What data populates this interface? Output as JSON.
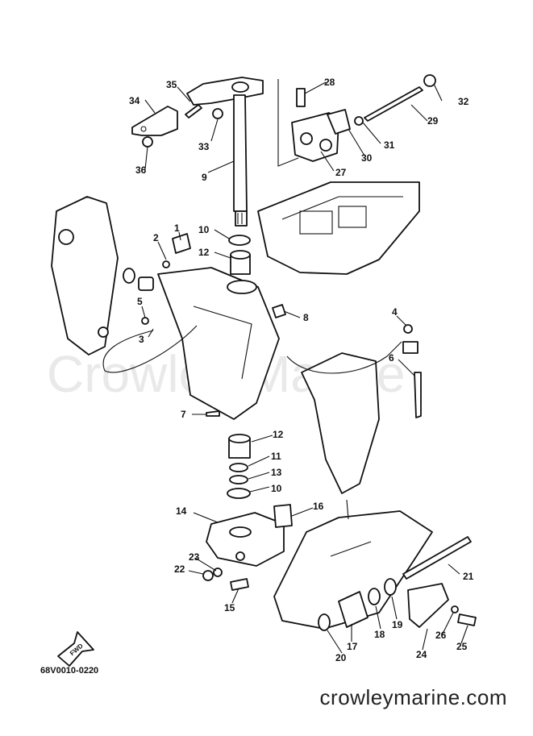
{
  "watermark": "Crowley Marine",
  "diagram_code": "68V0010-0220",
  "footer_text": "crowleymarine.com",
  "fwd_label": "FWD",
  "callouts": [
    {
      "id": "1",
      "label": "1"
    },
    {
      "id": "2",
      "label": "2"
    },
    {
      "id": "3",
      "label": "3"
    },
    {
      "id": "4",
      "label": "4"
    },
    {
      "id": "5",
      "label": "5"
    },
    {
      "id": "6",
      "label": "6"
    },
    {
      "id": "7",
      "label": "7"
    },
    {
      "id": "8",
      "label": "8"
    },
    {
      "id": "9",
      "label": "9"
    },
    {
      "id": "10a",
      "label": "10"
    },
    {
      "id": "10b",
      "label": "10"
    },
    {
      "id": "11",
      "label": "11"
    },
    {
      "id": "12a",
      "label": "12"
    },
    {
      "id": "12b",
      "label": "12"
    },
    {
      "id": "13",
      "label": "13"
    },
    {
      "id": "14",
      "label": "14"
    },
    {
      "id": "15",
      "label": "15"
    },
    {
      "id": "16",
      "label": "16"
    },
    {
      "id": "17",
      "label": "17"
    },
    {
      "id": "18",
      "label": "18"
    },
    {
      "id": "19",
      "label": "19"
    },
    {
      "id": "20",
      "label": "20"
    },
    {
      "id": "21",
      "label": "21"
    },
    {
      "id": "22",
      "label": "22"
    },
    {
      "id": "23",
      "label": "23"
    },
    {
      "id": "24",
      "label": "24"
    },
    {
      "id": "25",
      "label": "25"
    },
    {
      "id": "26",
      "label": "26"
    },
    {
      "id": "27",
      "label": "27"
    },
    {
      "id": "28",
      "label": "28"
    },
    {
      "id": "29",
      "label": "29"
    },
    {
      "id": "30",
      "label": "30"
    },
    {
      "id": "31",
      "label": "31"
    },
    {
      "id": "32",
      "label": "32"
    },
    {
      "id": "33",
      "label": "33"
    },
    {
      "id": "34",
      "label": "34"
    },
    {
      "id": "35",
      "label": "35"
    },
    {
      "id": "36",
      "label": "36"
    }
  ]
}
